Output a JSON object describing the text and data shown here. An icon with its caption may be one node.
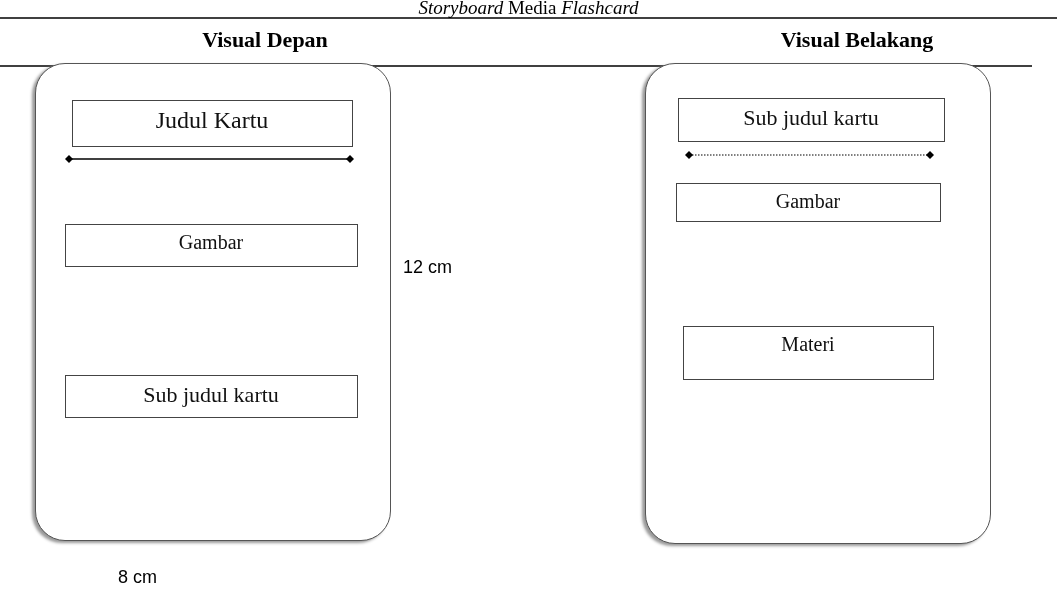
{
  "diagram": {
    "title": "*Storyboard* Media *Flashcard*",
    "nodes": [
      {
        "text": [],
        "shape": "box"
      },
      {
        "text": [
          "Judul Kartu"
        ],
        "in": 0
      },
      {
        "text": [
          "Gambar"
        ],
        "in": 0
      },
      {
        "text": [
          "Sub judul kartu"
        ],
        "in": 0
      },
      {
        "text": [],
        "shape": "box"
      },
      {
        "text": [
          "Sub judul kartu"
        ],
        "in": 4
      },
      {
        "text": [
          "Gambar"
        ],
        "in": 4
      },
      {
        "text": [
          "Materi"
        ],
        "in": 4
      }
    ],
    "edges": [],
    "labels": [
      "Visual Depan",
      "Visual Belakang",
      "12 cm",
      "8 cm"
    ]
  }
}
